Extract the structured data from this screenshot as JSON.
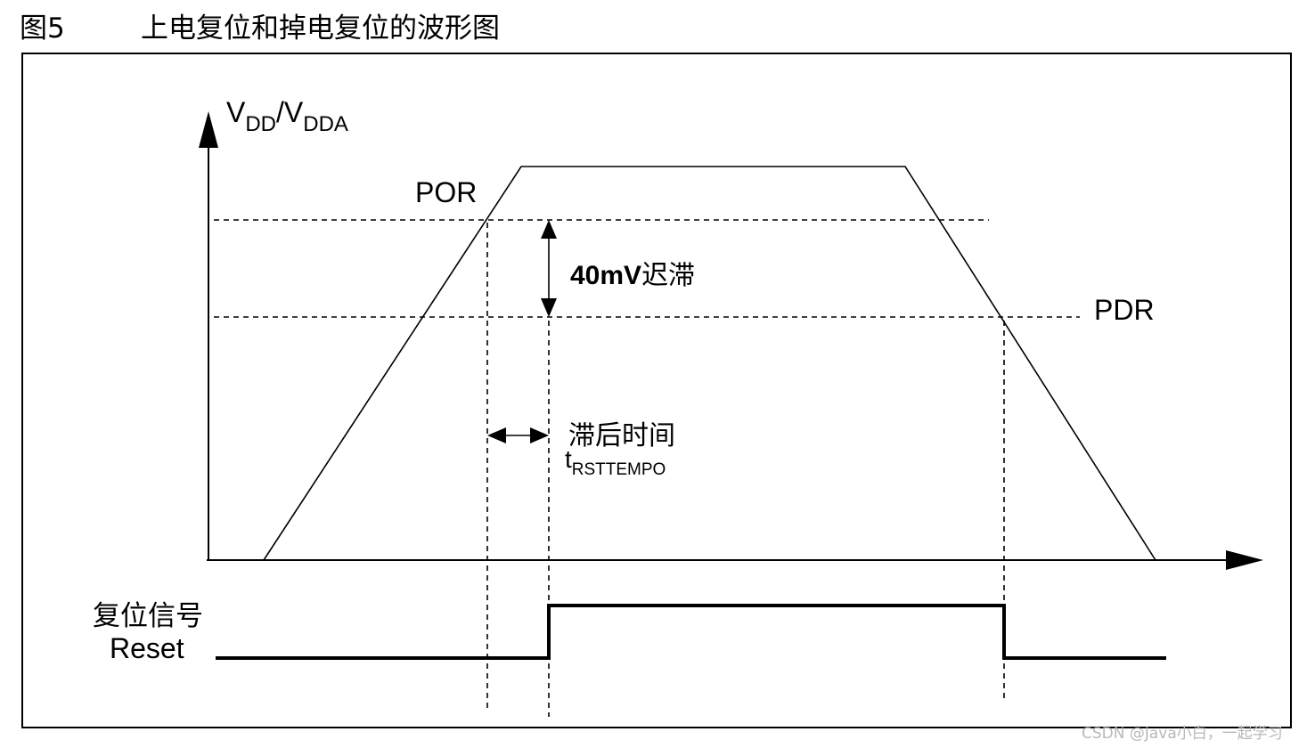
{
  "figure": {
    "number": "图5",
    "title": "上电复位和掉电复位的波形图"
  },
  "diagram": {
    "y_axis_label_main": "V",
    "y_axis_label_sub1": "DD",
    "y_axis_label_sep": "/V",
    "y_axis_label_sub2": "DDA",
    "por_label": "POR",
    "pdr_label": "PDR",
    "hysteresis_value": "40mV",
    "hysteresis_text": "迟滞",
    "delay_text": "滞后时间",
    "delay_symbol": "t",
    "delay_symbol_sub": "RSTTEMPO",
    "reset_label_cn": "复位信号",
    "reset_label_en": "Reset"
  },
  "watermark": "CSDN @Java小白，一起学习"
}
